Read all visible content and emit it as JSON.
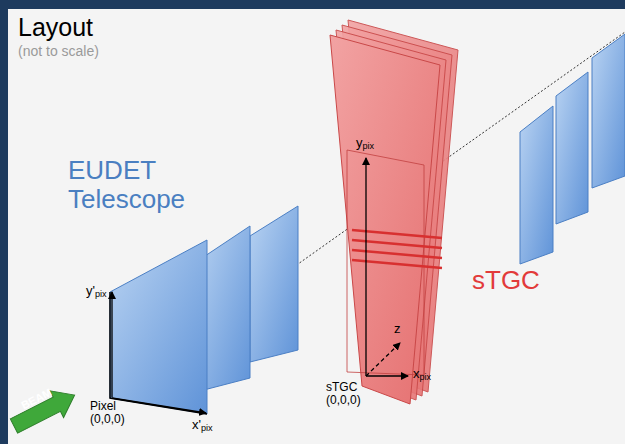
{
  "diagram": {
    "title": "Layout",
    "labels": [
      "(not to scale)",
      "EUDET Telescope",
      "ypix",
      "z",
      "sTGC",
      "y'pix",
      "sTGC (0,0,0)",
      "xpix",
      "BEAM",
      "Pixel (0,0,0)",
      "x'pix"
    ]
  }
}
